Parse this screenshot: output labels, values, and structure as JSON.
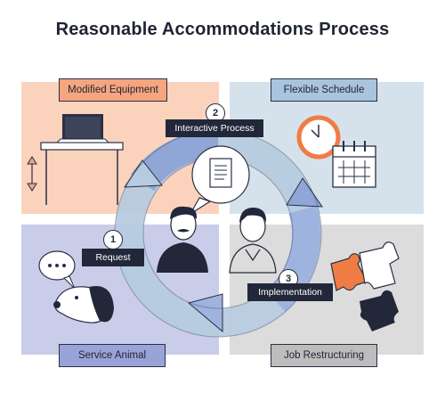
{
  "title": "Reasonable Accommodations Process",
  "quadrants": {
    "top_left": {
      "label": "Modified Equipment",
      "color": "#fbd3bd",
      "label_color": "#f5a57f"
    },
    "top_right": {
      "label": "Flexible Schedule",
      "color": "#d5e2ec",
      "label_color": "#a9c4dd"
    },
    "bottom_left": {
      "label": "Service Animal",
      "color": "#c9cde9",
      "label_color": "#9aa3d8"
    },
    "bottom_right": {
      "label": "Job Restructuring",
      "color": "#dcdcdc",
      "label_color": "#bdbdbd"
    }
  },
  "steps": [
    {
      "number": "1",
      "label": "Request"
    },
    {
      "number": "2",
      "label": "Interactive Process"
    },
    {
      "number": "3",
      "label": "Implementation"
    }
  ],
  "icons": [
    "desk-icon",
    "laptop-icon",
    "height-adjust-icon",
    "clock-icon",
    "calendar-icon",
    "speech-bubble-icon",
    "dog-icon",
    "puzzle-icon",
    "document-icon",
    "person-icon"
  ],
  "cycle_colors": [
    "#a9c4dd",
    "#8fa6d6",
    "#bcd0e2"
  ]
}
